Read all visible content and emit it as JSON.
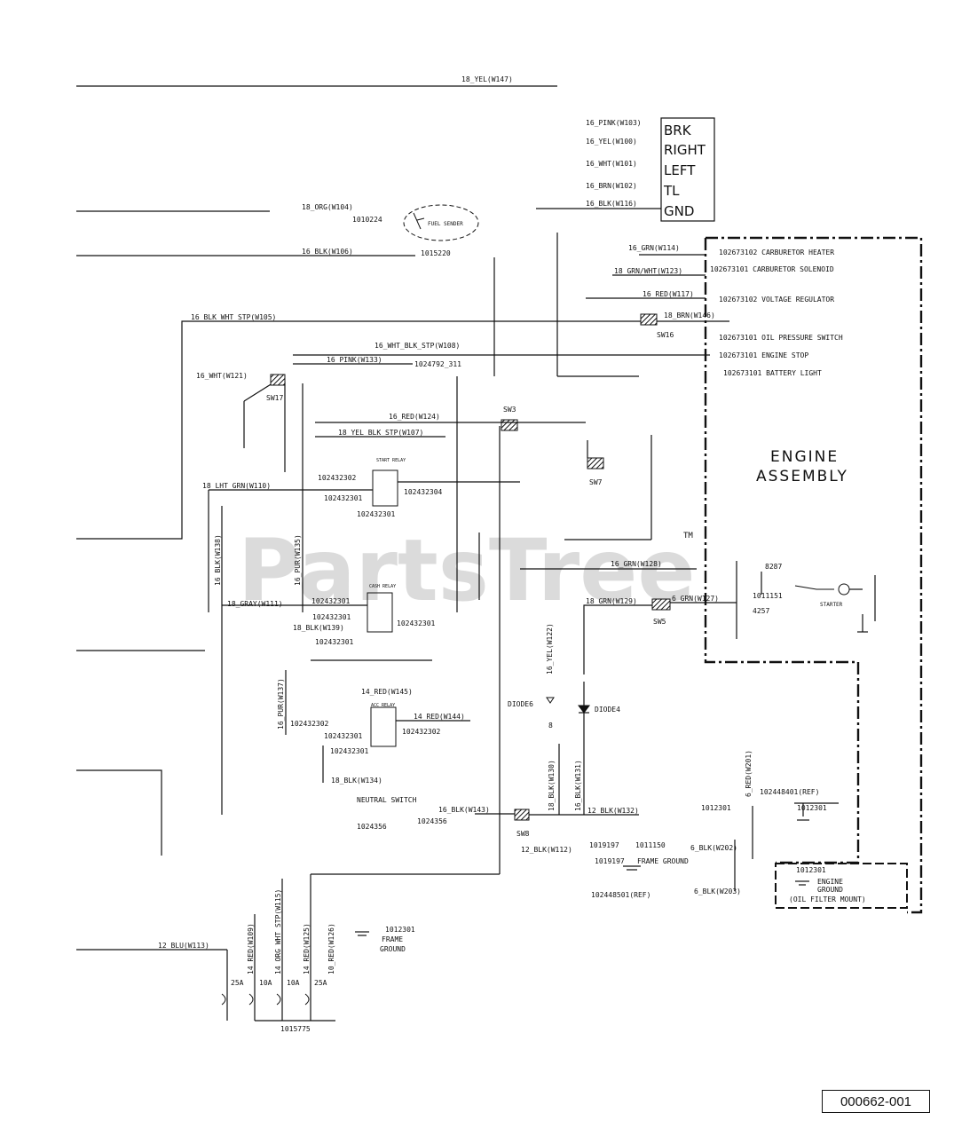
{
  "watermark": "PartsTree",
  "watermark_tm": "TM",
  "part_number": "000662-001",
  "connector": {
    "terminals": [
      "BRK",
      "RIGHT",
      "LEFT",
      "TL",
      "GND"
    ],
    "wires": [
      "16_PINK(W103)",
      "16_YEL(W100)",
      "16_WHT(W101)",
      "16_BRN(W102)",
      "16_BLK(W116)"
    ]
  },
  "engine": {
    "title_line1": "ENGINE",
    "title_line2": "ASSEMBLY",
    "items": [
      "102673102 CARBURETOR HEATER",
      "102673101 CARBURETOR SOLENOID",
      "102673102 VOLTAGE REGULATOR",
      "102673101 OIL PRESSURE SWITCH",
      "102673101 ENGINE STOP",
      "102673101 BATTERY LIGHT"
    ],
    "wires": [
      "16_GRN(W114)",
      "18_GRN/WHT(W123)",
      "16_RED(W117)",
      "18_BRN(W146)"
    ]
  },
  "wires": {
    "w147": "18_YEL(W147)",
    "w104": "18_ORG(W104)",
    "w106": "16_BLK(W106)",
    "w105": "16_BLK_WHT_STP(W105)",
    "w108": "16_WHT_BLK_STP(W108)",
    "w133": "16_PINK(W133)",
    "w121": "16_WHT(W121)",
    "w124": "16_RED(W124)",
    "w107": "18_YEL_BLK_STP(W107)",
    "w110": "18_LHT_GRN(W110)",
    "w138": "16_BLK(W138)",
    "w135": "16_PUR(W135)",
    "w111": "18_GRAY(W111)",
    "w139": "18_BLK(W139)",
    "w128": "16_GRN(W128)",
    "w129": "18_GRN(W129)",
    "w127": "6_GRN(W127)",
    "w122": "16_YEL(W122)",
    "w137": "16_PUR(W137)",
    "w145": "14_RED(W145)",
    "w144": "14_RED(W144)",
    "w134": "18_BLK(W134)",
    "w143": "16_BLK(W143)",
    "w130": "18_BLK(W130)",
    "w131": "16_BLK(W131)",
    "w132": "12_BLK(W132)",
    "w112": "12_BLK(W112)",
    "w201": "6_RED(W201)",
    "w202": "6_BLK(W202)",
    "w203": "6_BLK(W203)",
    "w113": "12_BLU(W113)",
    "w109": "14_RED(W109)",
    "w115": "14_ORG_WHT_STP(W115)",
    "w125": "14_RED(W125)",
    "w126": "10_RED(W126)"
  },
  "parts": {
    "fuel_sender_pn": "1010224",
    "fuel_sender": "FUEL SENDER",
    "p1015220": "1015220",
    "p1024792": "1024792_311",
    "start_relay": "START RELAY",
    "cash_relay": "CASH RELAY",
    "acc_relay": "ACC RELAY",
    "p102432302": "102432302",
    "p102432301": "102432301",
    "p102432304": "102432304",
    "neutral_switch": "NEUTRAL SWITCH",
    "p1024356": "1024356",
    "diode6": "DIODE6",
    "diode4": "DIODE4",
    "p8287": "8287",
    "p1011151": "1011151",
    "p4257": "4257",
    "starter": "STARTER",
    "p1012301": "1012301",
    "p1019197": "1019197",
    "p1011150": "1011150",
    "frame_ground": "FRAME GROUND",
    "frame": "FRAME",
    "ground": "GROUND",
    "p102448501": "102448501(REF)",
    "p102448401": "102448401(REF)",
    "engine_ground_1": "ENGINE",
    "engine_ground_2": "GROUND",
    "engine_ground_3": "(OIL FILTER MOUNT)",
    "p1015775": "1015775"
  },
  "switches": {
    "sw16": "SW16",
    "sw17": "SW17",
    "sw3": "SW3",
    "sw7": "SW7",
    "sw5": "SW5",
    "sw8": "SW8"
  },
  "fuses": [
    "25A",
    "10A",
    "10A",
    "25A"
  ]
}
